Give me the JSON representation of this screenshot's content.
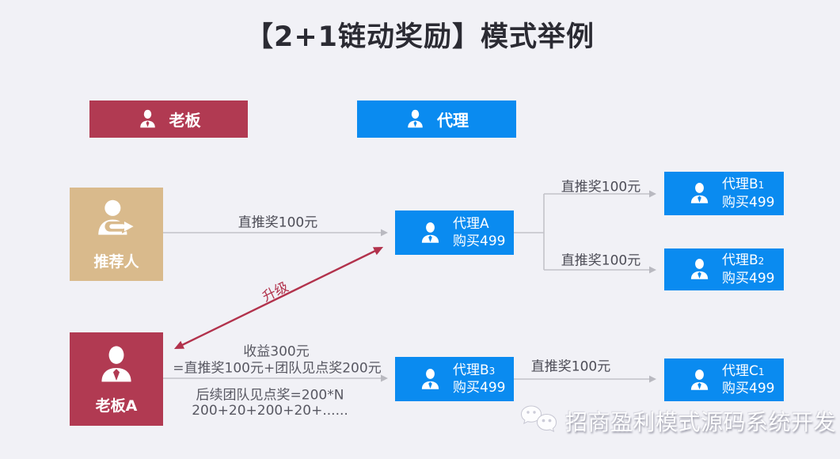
{
  "title": "【2+1链动奖励】模式举例",
  "legend": {
    "boss_label": "老板",
    "agent_label": "代理"
  },
  "nodes": {
    "referrer": {
      "label": "推荐人"
    },
    "bossA": {
      "label": "老板A"
    }
  },
  "agents": [
    {
      "name": "代理A",
      "sub": "",
      "purchase": "购买499"
    },
    {
      "name": "代理B",
      "sub": "1",
      "purchase": "购买499"
    },
    {
      "name": "代理B",
      "sub": "2",
      "purchase": "购买499"
    },
    {
      "name": "代理B",
      "sub": "3",
      "purchase": "购买499"
    },
    {
      "name": "代理C",
      "sub": "1",
      "purchase": "购买499"
    }
  ],
  "edges": {
    "referrer_to_agentA": "直推奖100元",
    "agentA_to_agentB1": "直推奖100元",
    "agentA_to_agentB2": "直推奖100元",
    "agentB3_to_agentC1": "直推奖100元",
    "upgrade": "升级",
    "bossA_to_agentB3_line1": "收益300元",
    "bossA_to_agentB3_line2": "=直推奖100元+团队见点奖200元",
    "bossA_to_agentB3_line3": "后续团队见点奖=200*N",
    "bossA_to_agentB3_line4": "200+20+200+20+......"
  },
  "watermark": {
    "text": "招商盈利模式源码系统开发",
    "icon": "wechat-icon"
  },
  "colors": {
    "boss_red": "#b13a52",
    "agent_blue": "#0a8bf0",
    "referrer_tan": "#d9ba8c",
    "arrow_gray": "#c1c1c8",
    "upgrade_red": "#b2324c",
    "background": "#f1f1f6"
  }
}
